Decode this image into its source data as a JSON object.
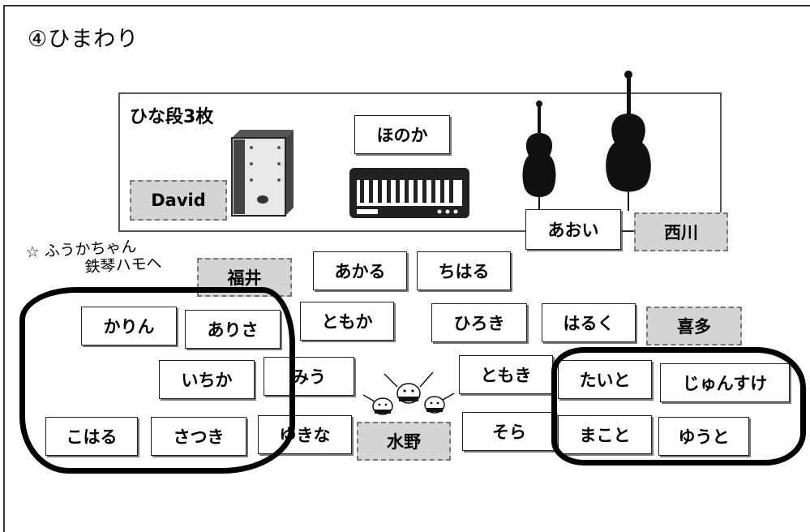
{
  "page": {
    "title": "④ひまわり",
    "stage_label": "ひな段3枚",
    "note_line1": "☆ ふうかちゃん",
    "note_line2": "鉄琴ハモへ"
  },
  "stage": {
    "david": "David",
    "honoka": "ほのか",
    "aoi": "あおい",
    "nishikawa": "西川"
  },
  "players": {
    "fukui": "福井",
    "akaru": "あかる",
    "chiharu": "ちはる",
    "karin": "かりん",
    "arisa": "ありさ",
    "tomoka": "ともか",
    "hiroki": "ひろき",
    "haruku": "はるく",
    "kita": "喜多",
    "ichika": "いちか",
    "miu": "みう",
    "tomoki": "ともき",
    "taito": "たいと",
    "junsuke": "じゅんすけ",
    "koharu": "こはる",
    "satsuki": "さつき",
    "yukina": "ゆきな",
    "mizuno": "水野",
    "sora": "そら",
    "makoto": "まこと",
    "yuuto": "ゆうと"
  }
}
